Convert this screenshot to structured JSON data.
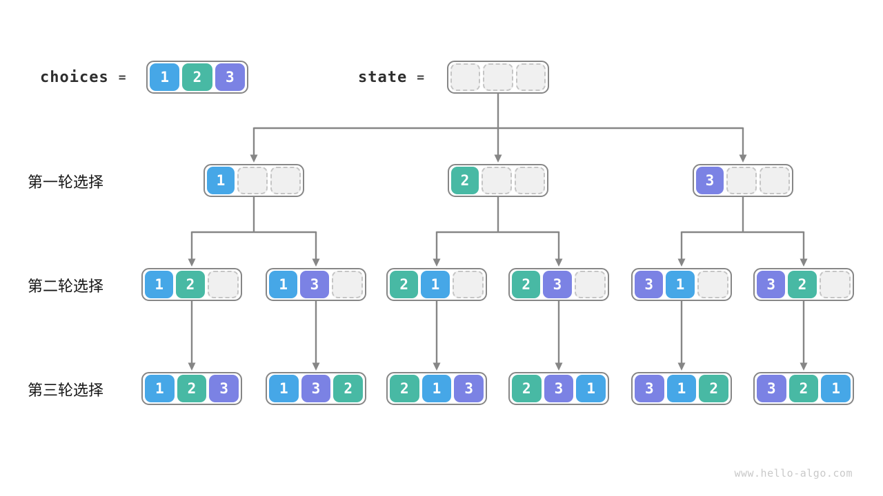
{
  "palette": {
    "c1": "#46A7E7",
    "c2": "#48B9A4",
    "c3": "#7B82E4",
    "emptyFill": "#F0F0F0",
    "dashGray": "#C5C5C5",
    "borderGray": "#868686",
    "arrowGray": "#868686",
    "labelColor": "#161616",
    "textDark": "#2e2e2e",
    "watermarkColor": "#C9C9C9"
  },
  "header": {
    "choices_label": "choices",
    "state_label": "state",
    "equals": "="
  },
  "choices_cells": [
    "1",
    "2",
    "3"
  ],
  "state_cells": [
    "",
    "",
    ""
  ],
  "row_labels": {
    "round1": "第一轮选择",
    "round2": "第二轮选择",
    "round3": "第三轮选择"
  },
  "tree": {
    "round1": [
      [
        "1",
        "",
        ""
      ],
      [
        "2",
        "",
        ""
      ],
      [
        "3",
        "",
        ""
      ]
    ],
    "round2": [
      [
        "1",
        "2",
        ""
      ],
      [
        "1",
        "3",
        ""
      ],
      [
        "2",
        "1",
        ""
      ],
      [
        "2",
        "3",
        ""
      ],
      [
        "3",
        "1",
        ""
      ],
      [
        "3",
        "2",
        ""
      ]
    ],
    "round3": [
      [
        "1",
        "2",
        "3"
      ],
      [
        "1",
        "3",
        "2"
      ],
      [
        "2",
        "1",
        "3"
      ],
      [
        "2",
        "3",
        "1"
      ],
      [
        "3",
        "1",
        "2"
      ],
      [
        "3",
        "2",
        "1"
      ]
    ]
  },
  "watermark": "www.hello-algo.com"
}
